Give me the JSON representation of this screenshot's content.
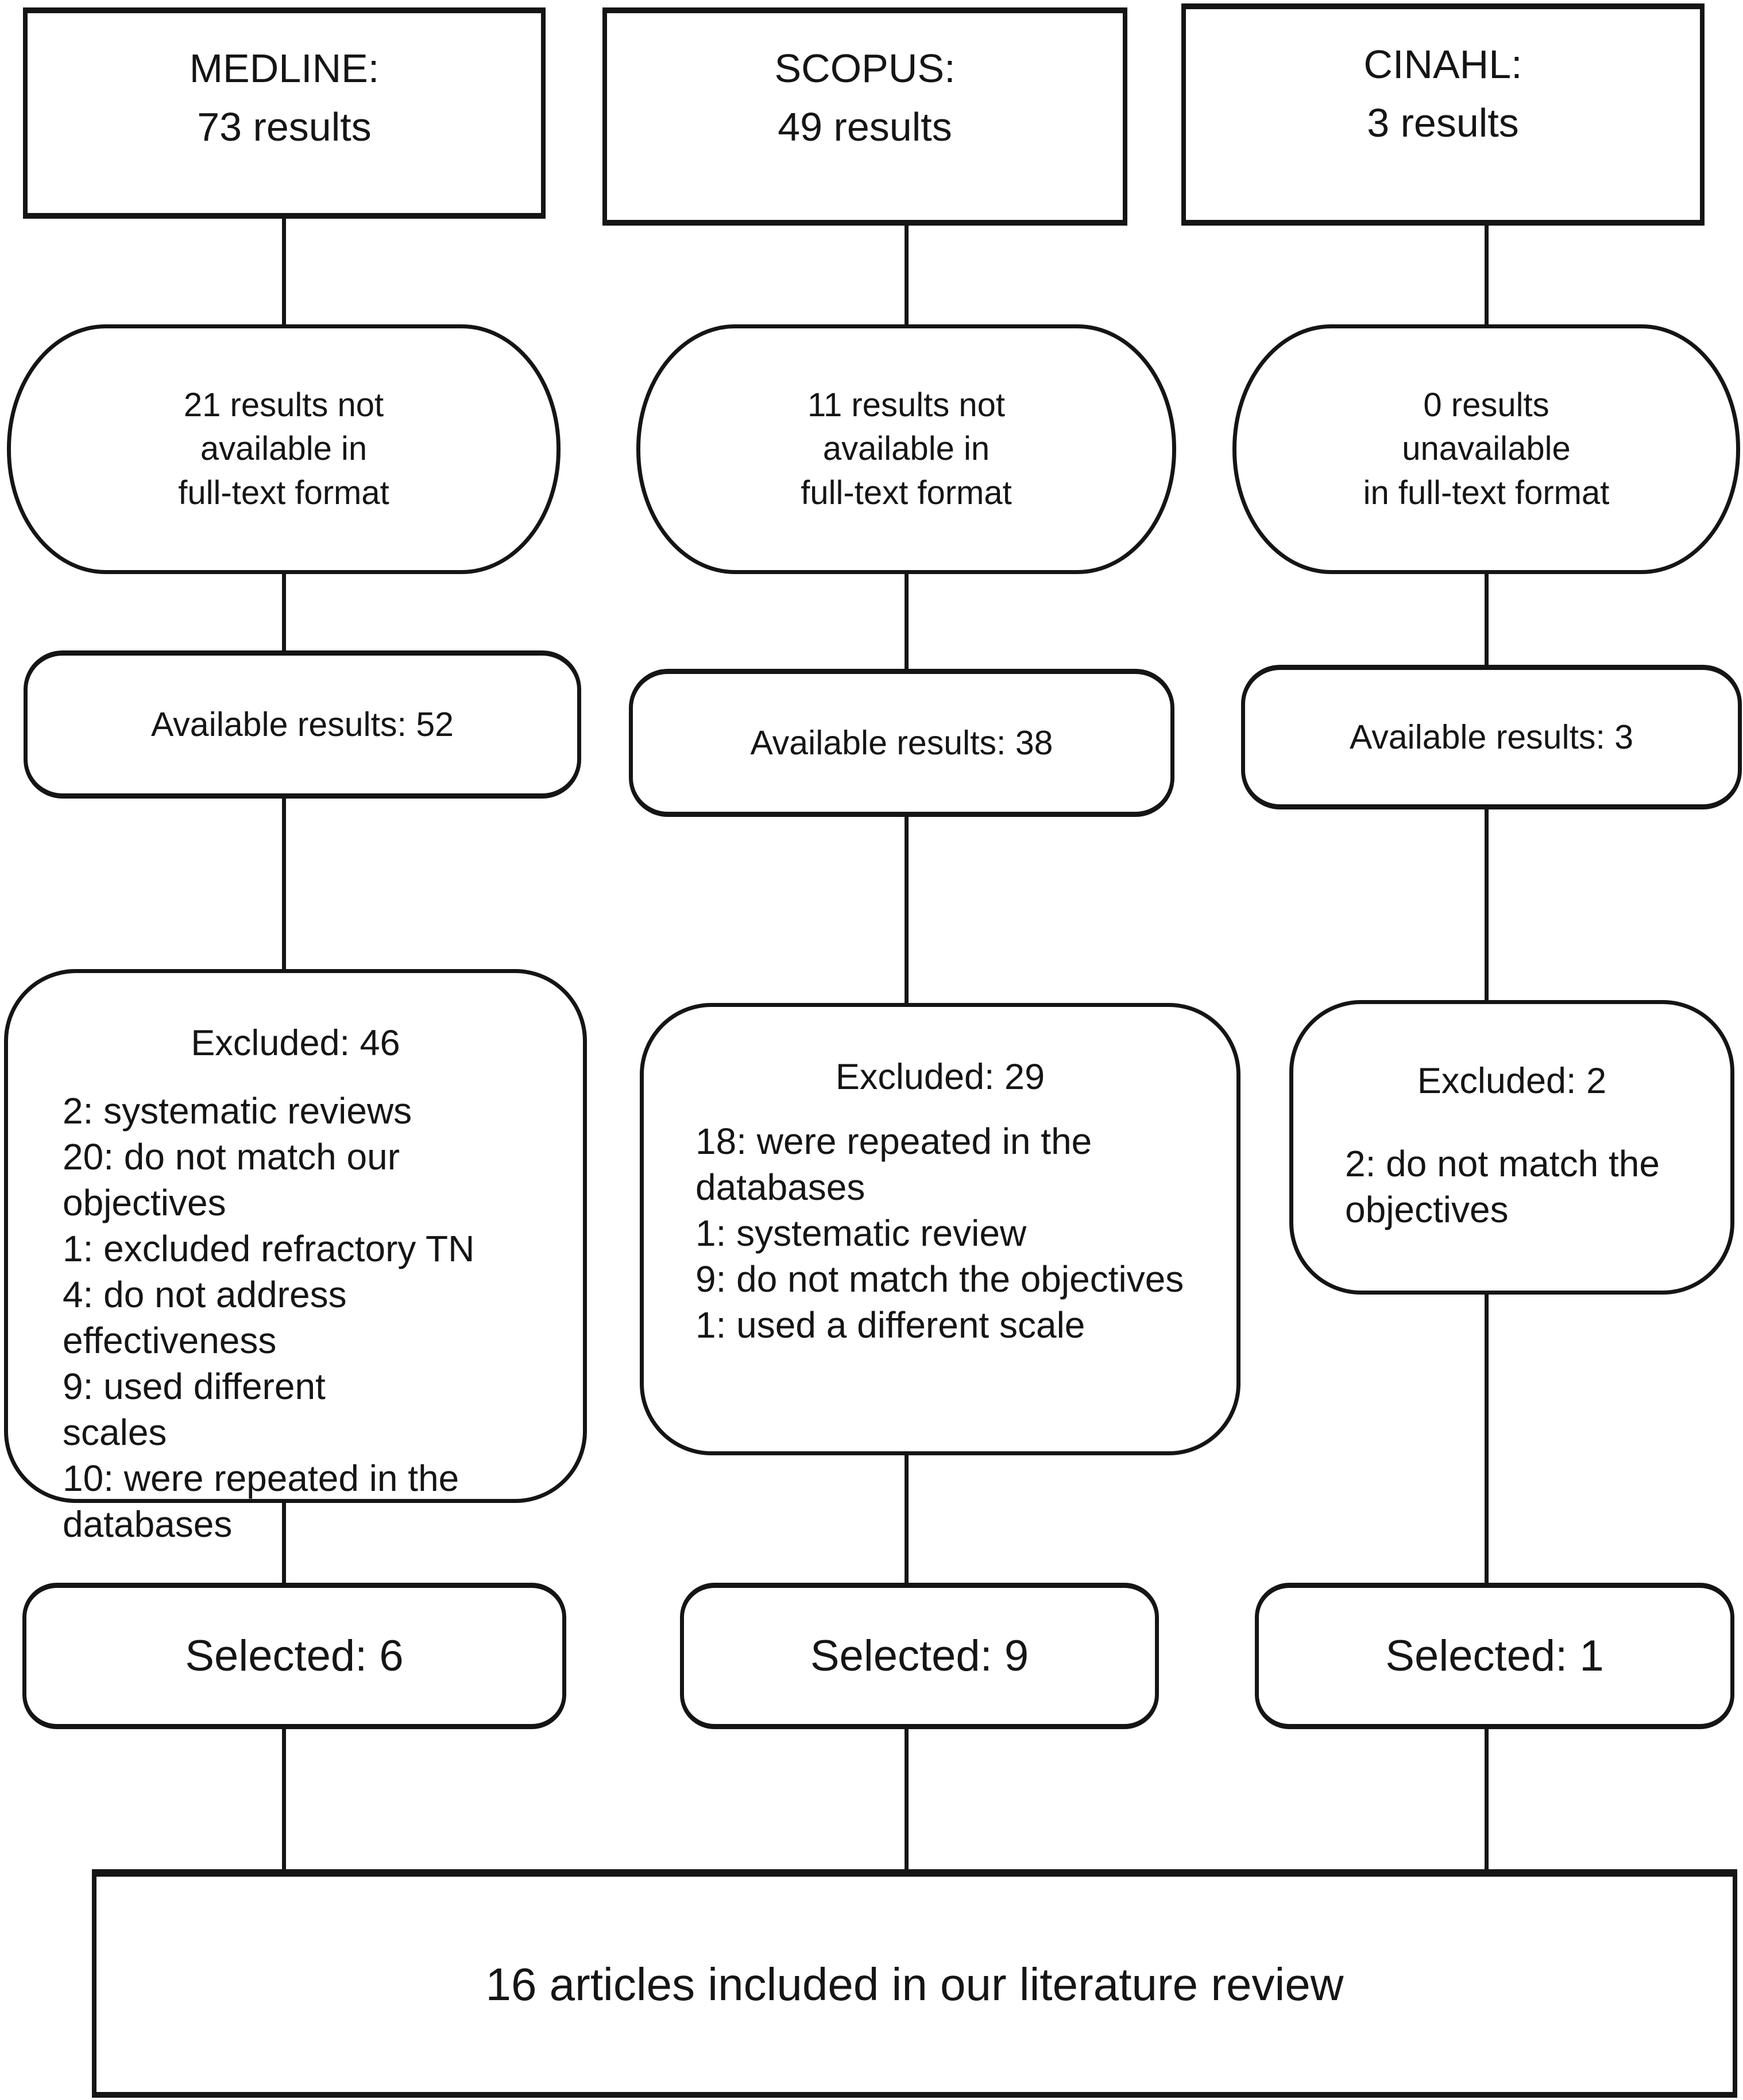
{
  "diagram_title": "Literature search flow diagram",
  "colors": {
    "ink": "#151515",
    "background": "#ffffff"
  },
  "columns": [
    {
      "id": "medline",
      "source": "MEDLINE:\n73 results",
      "unavailable": "21 results not\navailable in\nfull-text format",
      "available": "Available results: 52",
      "excluded_title": "Excluded: 46",
      "excluded_items": [
        "2: systematic reviews",
        "20: do not match our\nobjectives",
        "1: excluded refractory TN",
        "4: do not address effectiveness",
        "9: used different\nscales",
        "10: were repeated in the\ndatabases"
      ],
      "selected": "Selected: 6"
    },
    {
      "id": "scopus",
      "source": "SCOPUS:\n49 results",
      "unavailable": "11 results not\navailable in\nfull-text format",
      "available": "Available results: 38",
      "excluded_title": "Excluded: 29",
      "excluded_items": [
        "18: were repeated in the\ndatabases",
        "1: systematic review",
        "9: do not match the objectives",
        "1: used a different scale"
      ],
      "selected": "Selected: 9"
    },
    {
      "id": "cinahl",
      "source": "CINAHL:\n3 results",
      "unavailable": "0 results\nunavailable\nin full-text format",
      "available": "Available results: 3",
      "excluded_title": "Excluded: 2",
      "excluded_items": [
        "2: do not match the\nobjectives"
      ],
      "selected": "Selected: 1"
    }
  ],
  "total": "16 articles included in our literature review"
}
